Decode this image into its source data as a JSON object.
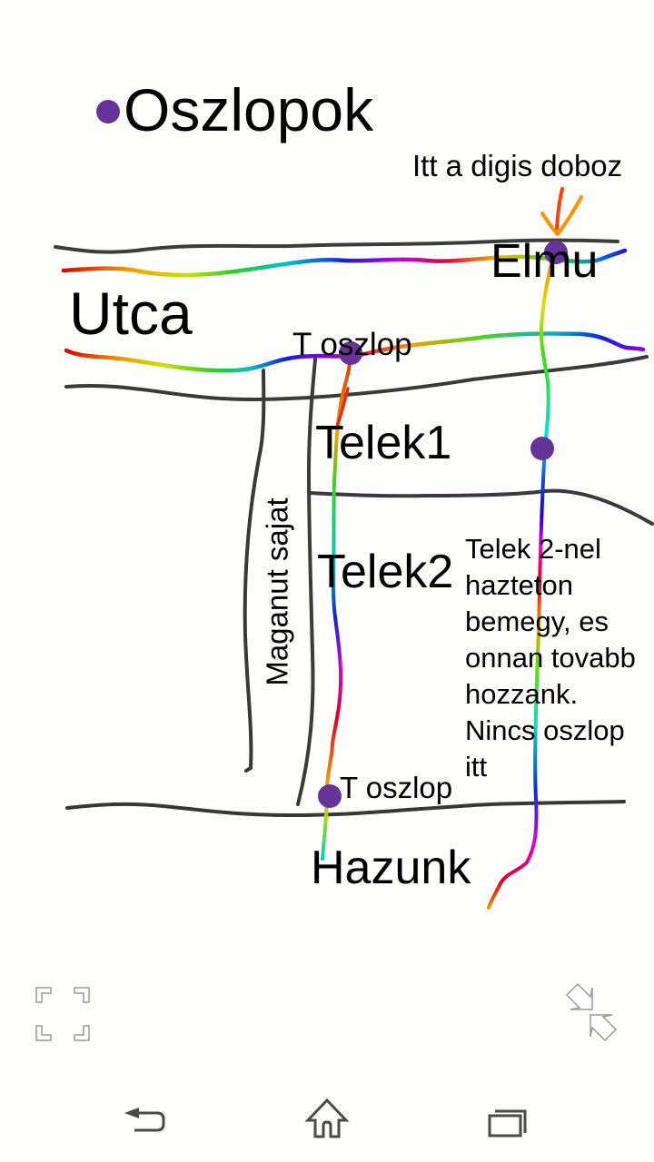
{
  "labels": {
    "title": "Oszlopok",
    "street": "Utca",
    "digi_box": "Itt a digis doboz",
    "elmu": "Elmu",
    "pole_top": "T oszlop",
    "plot1": "Telek1",
    "plot2": "Telek2",
    "pole_bottom": "T oszlop",
    "our_house": "Hazunk",
    "private_road": "Maganut sajat",
    "note": "Telek 2-nel\nhazteton\nbemegy, es\nonnan tovabb\nhozzank.\nNincs oszlop\nitt"
  },
  "colors": {
    "pole_marker": "#663399",
    "road_line": "#3a3a36",
    "background": "#fdfdfb",
    "nav_icon": "#4a4a4a",
    "control_icon": "#ffffff"
  },
  "legend": {
    "marker": "pole-dot",
    "meaning": "Oszlopok"
  },
  "controls": {
    "fullscreen": "fullscreen-icon",
    "exit_fullscreen": "shrink-icon"
  },
  "navbar": {
    "back": "back-icon",
    "home": "home-icon",
    "recent": "recent-apps-icon"
  }
}
